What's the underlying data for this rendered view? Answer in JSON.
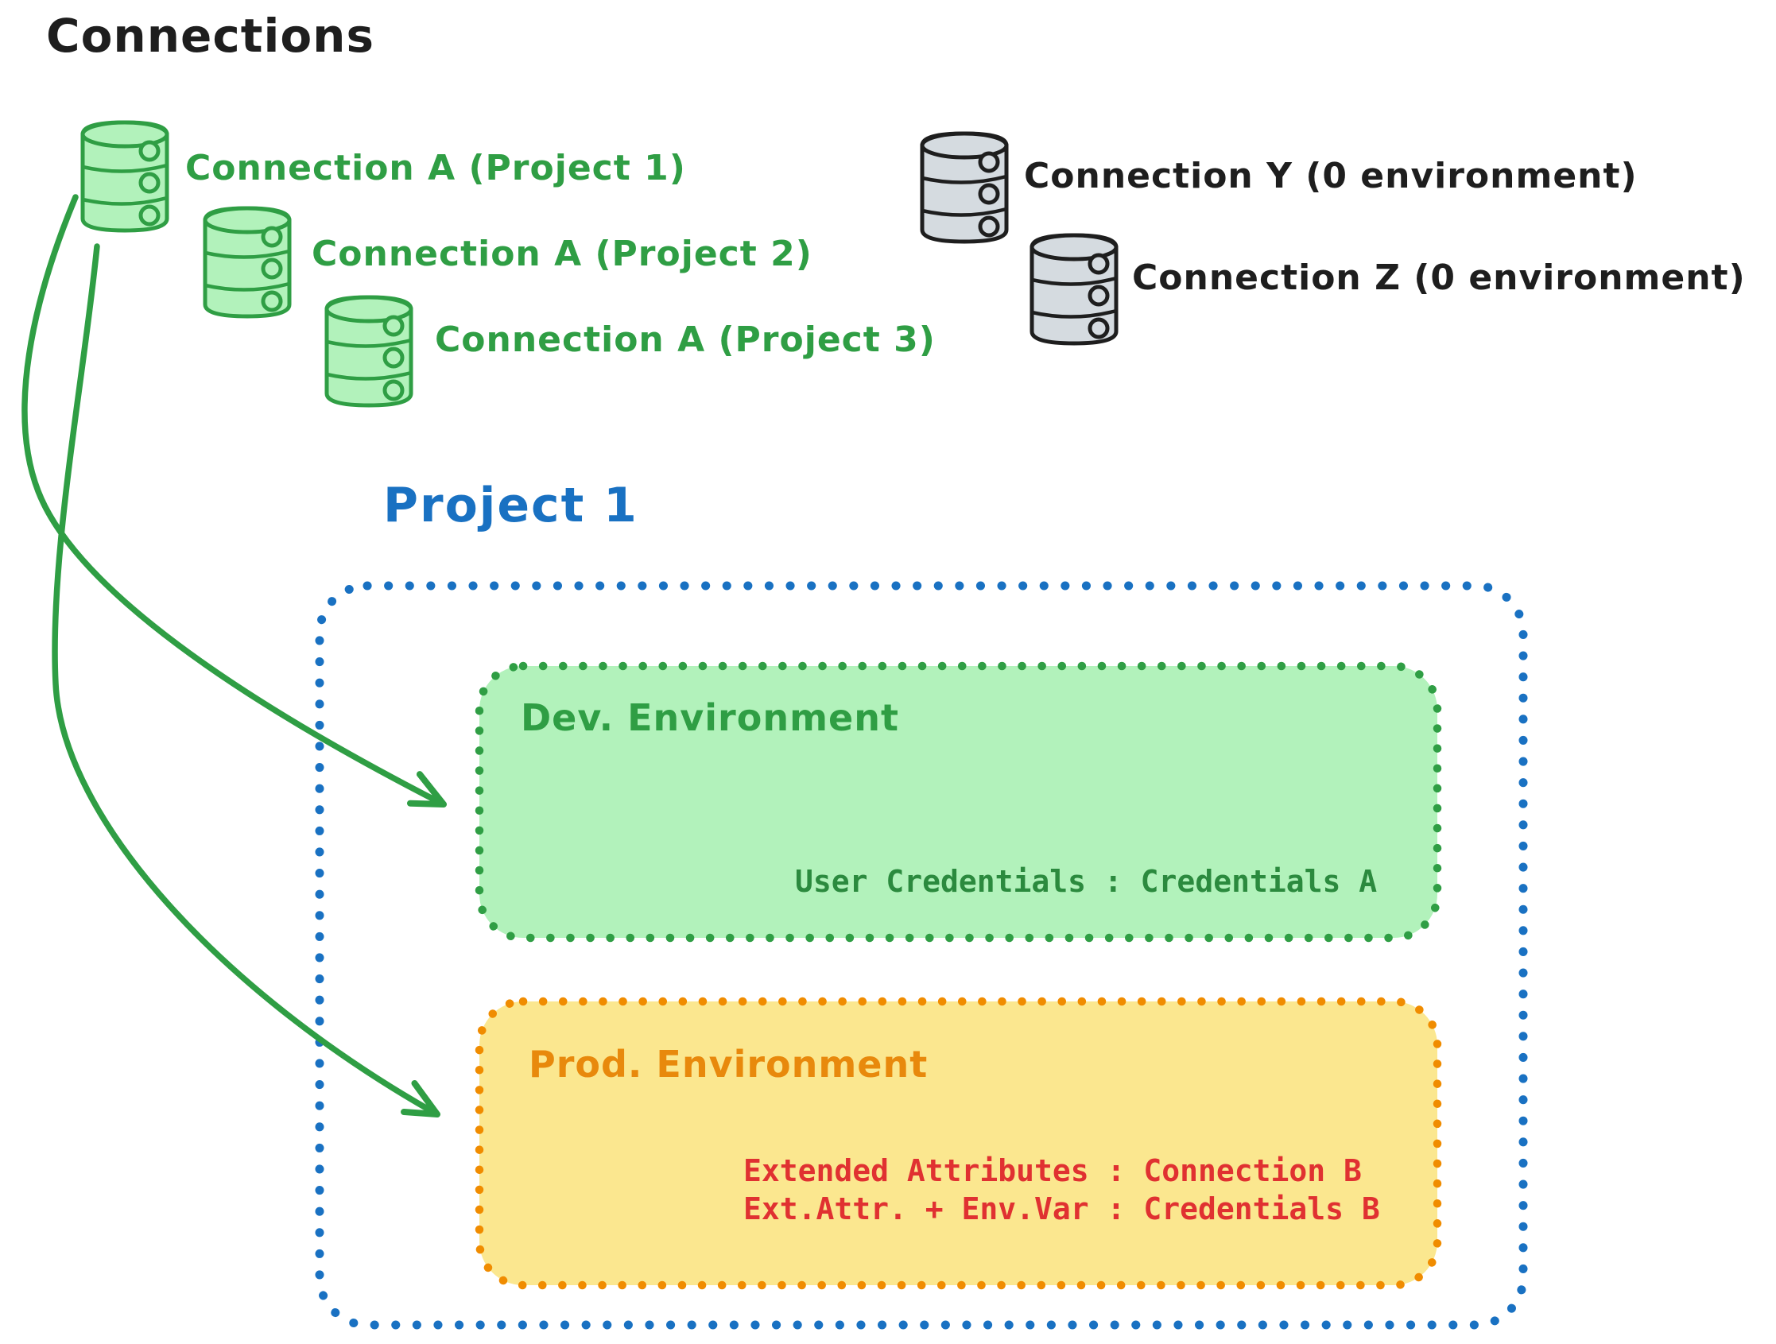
{
  "page": {
    "title": "Connections"
  },
  "colors": {
    "dark": "#1e1e1e",
    "green": "#2f9e44",
    "green_fill": "#b2f2bb",
    "green_text": "#2b8a3e",
    "gray_fill": "#d5dbe0",
    "blue": "#1971c2",
    "orange": "#f08c00",
    "orange_text": "#e8890c",
    "yellow_fill": "#fbe78f",
    "red": "#e03131"
  },
  "icons": {
    "connection": "database-cylinder-icon"
  },
  "green_connections": [
    {
      "label": "Connection A (Project 1)"
    },
    {
      "label": "Connection A (Project 2)"
    },
    {
      "label": "Connection A (Project 3)"
    }
  ],
  "gray_connections": [
    {
      "label": "Connection Y (0 environment)"
    },
    {
      "label": "Connection Z (0 environment)"
    }
  ],
  "project": {
    "title": "Project 1",
    "dev": {
      "title": "Dev. Environment",
      "line": "User Credentials : Credentials A"
    },
    "prod": {
      "title": "Prod. Environment",
      "line1": "Extended Attributes : Connection B",
      "line2": "Ext.Attr. + Env.Var : Credentials B"
    }
  }
}
